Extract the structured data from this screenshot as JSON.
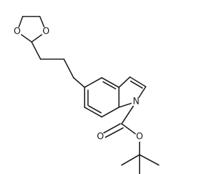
{
  "atoms": [
    {
      "id": "o1",
      "symbol": "O"
    },
    {
      "id": "o2",
      "symbol": "O"
    },
    {
      "id": "n1",
      "symbol": "N"
    },
    {
      "id": "o3",
      "symbol": "O"
    },
    {
      "id": "o4",
      "symbol": "O"
    }
  ]
}
